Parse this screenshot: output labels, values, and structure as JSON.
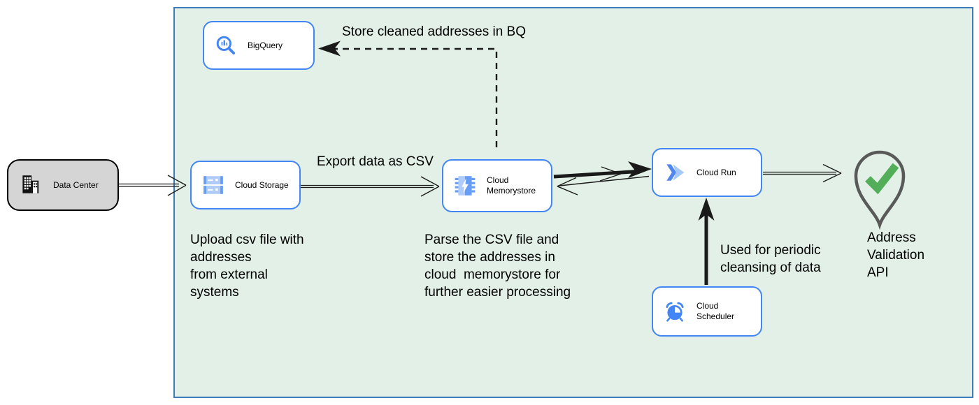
{
  "nodes": {
    "data_center": {
      "label": "Data Center"
    },
    "bigquery": {
      "label": "BigQuery"
    },
    "cloud_storage": {
      "label": "Cloud Storage"
    },
    "cloud_memorystore": {
      "label": "Cloud Memorystore"
    },
    "cloud_run": {
      "label": "Cloud Run"
    },
    "cloud_scheduler": {
      "label": "Cloud Scheduler"
    }
  },
  "annotations": {
    "store_bq": "Store cleaned addresses in BQ",
    "export_csv": "Export data as CSV",
    "upload_csv": "Upload csv file with\naddresses\nfrom external\nsystems",
    "parse_csv": "Parse the CSV file and\nstore the addresses in\ncloud  memorystore for\nfurther easier processing",
    "periodic_cleansing": "Used for periodic\ncleansing of data",
    "address_validation_api": "Address Validation\nAPI"
  },
  "colors": {
    "container_bg": "#e2f0e7",
    "container_border": "#3c7ab8",
    "node_border": "#4285f4",
    "icon_blue": "#4285f4",
    "icon_blue_mid": "#669df6",
    "icon_blue_light": "#aecbfa",
    "datacenter_bg": "#d5d5d5",
    "pin_outline": "#595959",
    "check_green": "#52ae58",
    "arrow_black": "#1a1a1a"
  }
}
